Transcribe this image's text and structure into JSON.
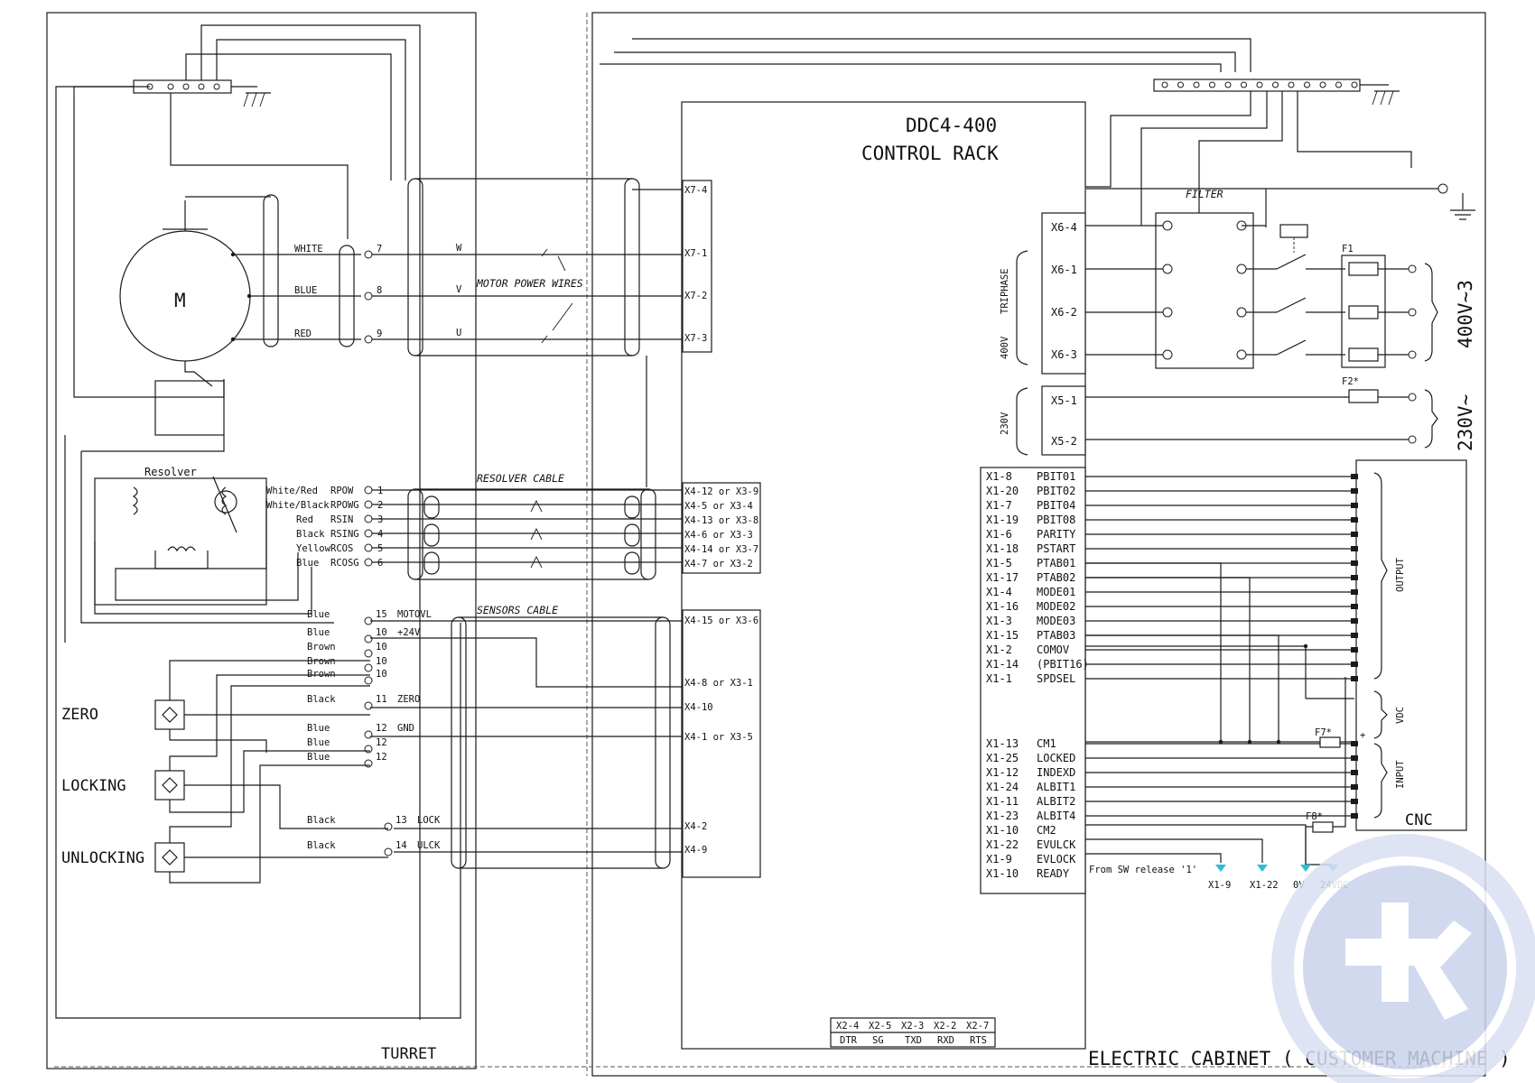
{
  "rack": {
    "title_line1": "DDC4-400",
    "title_line2": "CONTROL RACK"
  },
  "labels": {
    "turret": "TURRET",
    "electric_cabinet": "ELECTRIC CABINET ( CUSTOMER MACHINE )",
    "motor": "M",
    "resolver": "Resolver",
    "motor_power_wires": "MOTOR POWER WIRES",
    "resolver_cable": "RESOLVER CABLE",
    "sensors_cable": "SENSORS CABLE",
    "filter": "FILTER",
    "f1": "F1",
    "f2": "F2*",
    "f7": "F7*",
    "f8": "F8*",
    "triphase": "TRIPHASE",
    "v400": "400V",
    "v230": "230V",
    "big_400": "400V~3",
    "big_230": "230V~",
    "output": "OUTPUT",
    "vdc": "VDC",
    "input": "INPUT",
    "cnc": "CNC",
    "sw_release": "From SW release '1'",
    "zero": "ZERO",
    "locking": "LOCKING",
    "unlocking": "UNLOCKING"
  },
  "motor_wires": [
    {
      "color": "WHITE",
      "num": "7",
      "phase": "W",
      "conn": "X7-1"
    },
    {
      "color": "BLUE",
      "num": "8",
      "phase": "V",
      "conn": "X7-2"
    },
    {
      "color": "RED",
      "num": "9",
      "phase": "U",
      "conn": "X7-3"
    }
  ],
  "x7_ground": "X7-4",
  "resolver_wires": [
    {
      "color": "White/Red",
      "signal": "RPOW",
      "num": "1",
      "conn": "X4-12 or X3-9"
    },
    {
      "color": "White/Black",
      "signal": "RPOWG",
      "num": "2",
      "conn": "X4-5 or X3-4"
    },
    {
      "color": "Red",
      "signal": "RSIN",
      "num": "3",
      "conn": "X4-13 or X3-8"
    },
    {
      "color": "Black",
      "signal": "RSING",
      "num": "4",
      "conn": "X4-6 or X3-3"
    },
    {
      "color": "Yellow",
      "signal": "RCOS",
      "num": "5",
      "conn": "X4-14 or X3-7"
    },
    {
      "color": "Blue",
      "signal": "RCOSG",
      "num": "6",
      "conn": "X4-7 or X3-2"
    }
  ],
  "sensor_wires": [
    {
      "color": "Blue",
      "num": "15",
      "signal": "MOTOVL"
    },
    {
      "color": "Blue",
      "num": "10",
      "signal": "+24V"
    },
    {
      "color": "Brown",
      "num": "10",
      "signal": ""
    },
    {
      "color": "Brown",
      "num": "10",
      "signal": ""
    },
    {
      "color": "Brown",
      "num": "10",
      "signal": ""
    },
    {
      "color": "Black",
      "num": "11",
      "signal": "ZERO"
    },
    {
      "color": "Blue",
      "num": "12",
      "signal": "GND"
    },
    {
      "color": "Blue",
      "num": "12",
      "signal": ""
    },
    {
      "color": "Blue",
      "num": "12",
      "signal": ""
    },
    {
      "color": "Black",
      "num": "13",
      "signal": "LOCK"
    },
    {
      "color": "Black",
      "num": "14",
      "signal": "ULCK"
    }
  ],
  "sensor_conns": [
    "X4-15 or X3-6",
    "X4-8 or X3-1",
    "X4-10",
    "X4-1 or X3-5",
    "X4-2",
    "X4-9"
  ],
  "power_conns": [
    "X6-4",
    "X6-1",
    "X6-2",
    "X6-3",
    "X5-1",
    "X5-2"
  ],
  "x1_pins": [
    {
      "pin": "X1-8",
      "sig": "PBIT01"
    },
    {
      "pin": "X1-20",
      "sig": "PBIT02"
    },
    {
      "pin": "X1-7",
      "sig": "PBIT04"
    },
    {
      "pin": "X1-19",
      "sig": "PBIT08"
    },
    {
      "pin": "X1-6",
      "sig": "PARITY"
    },
    {
      "pin": "X1-18",
      "sig": "PSTART"
    },
    {
      "pin": "X1-5",
      "sig": "PTAB01"
    },
    {
      "pin": "X1-17",
      "sig": "PTAB02"
    },
    {
      "pin": "X1-4",
      "sig": "MODE01"
    },
    {
      "pin": "X1-16",
      "sig": "MODE02"
    },
    {
      "pin": "X1-3",
      "sig": "MODE03"
    },
    {
      "pin": "X1-15",
      "sig": "PTAB03"
    },
    {
      "pin": "X1-2",
      "sig": "COMOV"
    },
    {
      "pin": "X1-14",
      "sig": "(PBIT16)"
    },
    {
      "pin": "X1-1",
      "sig": "SPDSEL"
    },
    {
      "pin": "X1-13",
      "sig": "CM1"
    },
    {
      "pin": "X1-25",
      "sig": "LOCKED"
    },
    {
      "pin": "X1-12",
      "sig": "INDEXD"
    },
    {
      "pin": "X1-24",
      "sig": "ALBIT1"
    },
    {
      "pin": "X1-11",
      "sig": "ALBIT2"
    },
    {
      "pin": "X1-23",
      "sig": "ALBIT4"
    },
    {
      "pin": "X1-10",
      "sig": "CM2"
    },
    {
      "pin": "X1-22",
      "sig": "EVULCK"
    },
    {
      "pin": "X1-9",
      "sig": "EVLOCK"
    },
    {
      "pin": "X1-10",
      "sig": "READY"
    }
  ],
  "bottom_terminals": [
    "X1-9",
    "X1-22",
    "0V",
    "24VDC"
  ],
  "x2_pins": [
    {
      "pin": "X2-4",
      "sig": "DTR"
    },
    {
      "pin": "X2-5",
      "sig": "SG"
    },
    {
      "pin": "X2-3",
      "sig": "TXD"
    },
    {
      "pin": "X2-2",
      "sig": "RXD"
    },
    {
      "pin": "X2-7",
      "sig": "RTS"
    }
  ],
  "colors": {
    "line": "#1a1a1a",
    "accent": "#2bbfd6",
    "watermark": "#c9d3ec"
  }
}
